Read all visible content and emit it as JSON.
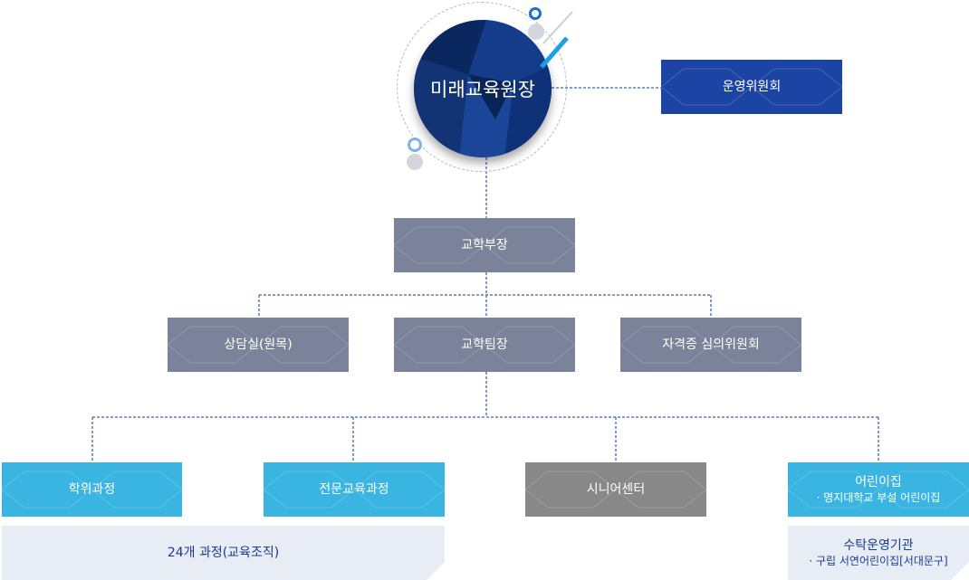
{
  "director": {
    "label": "미래교육원장"
  },
  "committee": {
    "label": "운영위원회"
  },
  "academic_head": {
    "label": "교학부장"
  },
  "row2": [
    {
      "label": "상담실(원목)"
    },
    {
      "label": "교학팀장"
    },
    {
      "label": "자격증 심의위원회"
    }
  ],
  "row3": [
    {
      "label": "학위과정"
    },
    {
      "label": "전문교육과정"
    },
    {
      "label": "시니어센터"
    },
    {
      "label": "어린이집",
      "sub": "· 명지대학교 부설 어린이집"
    }
  ],
  "notes": [
    {
      "label": "24개 과정(교육조직)"
    },
    {
      "label": "수탁운영기관",
      "sub": "· 구립 서연어린이집[서대문구]"
    }
  ],
  "colors": {
    "navy": "#1c44a4",
    "gray_blue": "#7a8399",
    "sky": "#3ab4e0",
    "gray": "#888888",
    "connector": "#5b7bb5",
    "note_bg": "#e8edf5",
    "note_text": "#1a3a8f"
  }
}
